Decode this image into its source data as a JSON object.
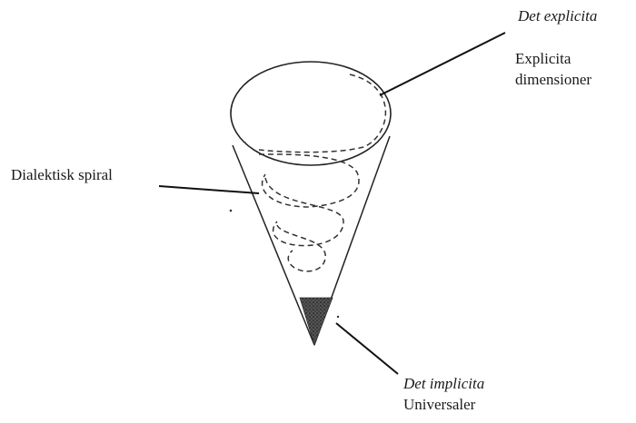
{
  "labels": {
    "explicit_title": "Det explicita",
    "explicit_sub_line1": "Explicita",
    "explicit_sub_line2": "dimensioner",
    "spiral": "Dialektisk spiral",
    "implicit_title": "Det implicita",
    "implicit_sub": "Universaler"
  }
}
